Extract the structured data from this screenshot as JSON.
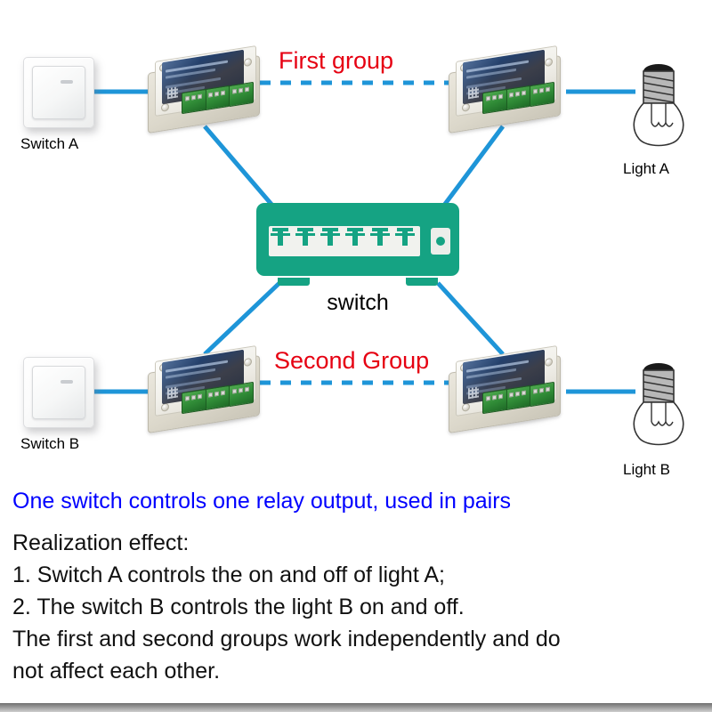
{
  "diagram": {
    "group_labels": {
      "first": "First group",
      "second": "Second Group"
    },
    "network_switch": {
      "label": "switch",
      "port_count": 6,
      "color": "#15a383"
    },
    "devices": [
      {
        "id": "switch-a",
        "label": "Switch A",
        "type": "wall-switch"
      },
      {
        "id": "relay-a-in",
        "label": "",
        "type": "relay-module"
      },
      {
        "id": "relay-a-out",
        "label": "",
        "type": "relay-module"
      },
      {
        "id": "light-a",
        "label": "Light A",
        "type": "light-bulb"
      },
      {
        "id": "switch-b",
        "label": "Switch B",
        "type": "wall-switch"
      },
      {
        "id": "relay-b-in",
        "label": "",
        "type": "relay-module"
      },
      {
        "id": "relay-b-out",
        "label": "",
        "type": "relay-module"
      },
      {
        "id": "light-b",
        "label": "Light B",
        "type": "light-bulb"
      }
    ],
    "wire_color": "#1e95d8",
    "dashed_link_color": "#1e95d8"
  },
  "text": {
    "headline": "One switch controls one relay output, used in pairs",
    "headline_color": "#0000ff",
    "lines": [
      "Realization effect:",
      "1. Switch A controls the on and off of light A;",
      "2. The switch B controls the light B on and off.",
      "The first and second groups work independently and do",
      "not affect each other."
    ]
  }
}
